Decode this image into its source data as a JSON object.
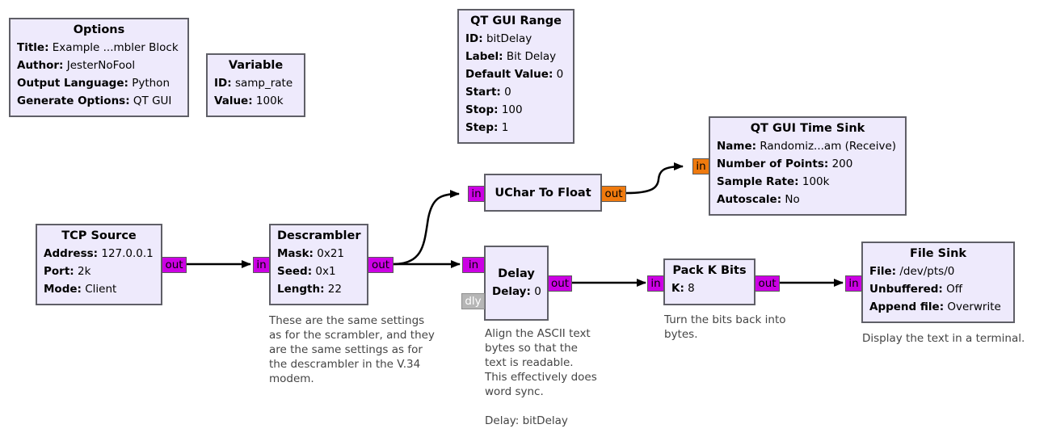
{
  "blocks": {
    "options": {
      "title": "Options",
      "rows": [
        {
          "key": "Title:",
          "value": "Example ...mbler Block"
        },
        {
          "key": "Author:",
          "value": "JesterNoFool"
        },
        {
          "key": "Output Language:",
          "value": "Python"
        },
        {
          "key": "Generate Options:",
          "value": "QT GUI"
        }
      ]
    },
    "variable": {
      "title": "Variable",
      "rows": [
        {
          "key": "ID:",
          "value": "samp_rate"
        },
        {
          "key": "Value:",
          "value": "100k"
        }
      ]
    },
    "qt_gui_range": {
      "title": "QT GUI Range",
      "rows": [
        {
          "key": "ID:",
          "value": "bitDelay"
        },
        {
          "key": "Label:",
          "value": "Bit Delay"
        },
        {
          "key": "Default Value:",
          "value": "0"
        },
        {
          "key": "Start:",
          "value": "0"
        },
        {
          "key": "Stop:",
          "value": "100"
        },
        {
          "key": "Step:",
          "value": "1"
        }
      ]
    },
    "qt_gui_time_sink": {
      "title": "QT GUI Time Sink",
      "rows": [
        {
          "key": "Name:",
          "value": "Randomiz...am (Receive)"
        },
        {
          "key": "Number of Points:",
          "value": "200"
        },
        {
          "key": "Sample Rate:",
          "value": "100k"
        },
        {
          "key": "Autoscale:",
          "value": "No"
        }
      ]
    },
    "uchar_to_float": {
      "title": "UChar To Float"
    },
    "tcp_source": {
      "title": "TCP Source",
      "rows": [
        {
          "key": "Address:",
          "value": "127.0.0.1"
        },
        {
          "key": "Port:",
          "value": "2k"
        },
        {
          "key": "Mode:",
          "value": "Client"
        }
      ]
    },
    "descrambler": {
      "title": "Descrambler",
      "rows": [
        {
          "key": "Mask:",
          "value": "0x21"
        },
        {
          "key": "Seed:",
          "value": "0x1"
        },
        {
          "key": "Length:",
          "value": "22"
        }
      ]
    },
    "delay": {
      "title": "Delay",
      "rows": [
        {
          "key": "Delay:",
          "value": "0"
        }
      ]
    },
    "pack_k_bits": {
      "title": "Pack K Bits",
      "rows": [
        {
          "key": "K:",
          "value": "8"
        }
      ]
    },
    "file_sink": {
      "title": "File Sink",
      "rows": [
        {
          "key": "File:",
          "value": "/dev/pts/0"
        },
        {
          "key": "Unbuffered:",
          "value": "Off"
        },
        {
          "key": "Append file:",
          "value": "Overwrite"
        }
      ]
    }
  },
  "ports": {
    "in": "in",
    "out": "out",
    "dly": "dly"
  },
  "comments": {
    "descrambler": "These are the same settings\nas for the scrambler, and they\nare the same settings as for\nthe descrambler in the V.34\nmodem.",
    "delay": "Align the ASCII text\nbytes so that the\ntext is readable.\nThis effectively does\nword sync.\n\nDelay: bitDelay",
    "pack_k_bits": "Turn the bits back into\nbytes.",
    "file_sink": "Display the text in a terminal."
  },
  "colors": {
    "block_fill": "#eeeafc",
    "block_border": "#5f5f67",
    "byte_port": "#cc00e4",
    "float_port": "#ef7a0e",
    "message_port": "#b6b6b6",
    "wire": "#000000"
  }
}
